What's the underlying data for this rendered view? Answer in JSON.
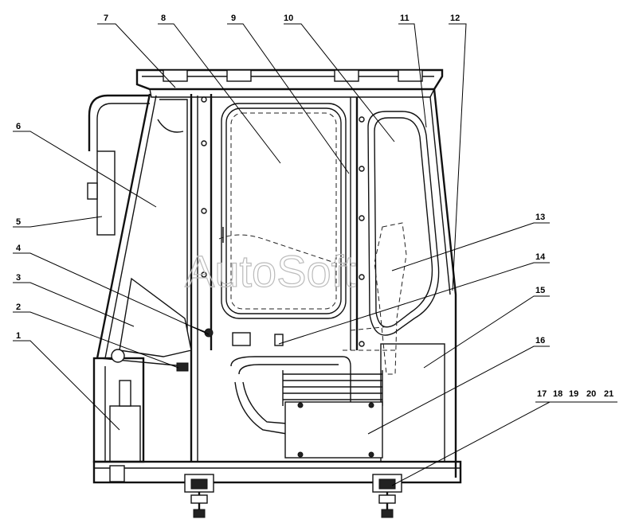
{
  "diagram": {
    "callouts": [
      {
        "id": "c1",
        "label": "1"
      },
      {
        "id": "c2",
        "label": "2"
      },
      {
        "id": "c3",
        "label": "3"
      },
      {
        "id": "c4",
        "label": "4"
      },
      {
        "id": "c5",
        "label": "5"
      },
      {
        "id": "c6",
        "label": "6"
      },
      {
        "id": "c7",
        "label": "7"
      },
      {
        "id": "c8",
        "label": "8"
      },
      {
        "id": "c9",
        "label": "9"
      },
      {
        "id": "c10",
        "label": "10"
      },
      {
        "id": "c11",
        "label": "11"
      },
      {
        "id": "c12",
        "label": "12"
      },
      {
        "id": "c13",
        "label": "13"
      },
      {
        "id": "c14",
        "label": "14"
      },
      {
        "id": "c15",
        "label": "15"
      },
      {
        "id": "c16",
        "label": "16"
      },
      {
        "id": "c17",
        "label": "17"
      },
      {
        "id": "c18",
        "label": "18"
      },
      {
        "id": "c19",
        "label": "19"
      },
      {
        "id": "c20",
        "label": "20"
      },
      {
        "id": "c21",
        "label": "21"
      }
    ],
    "watermark": "AutoSoft"
  }
}
